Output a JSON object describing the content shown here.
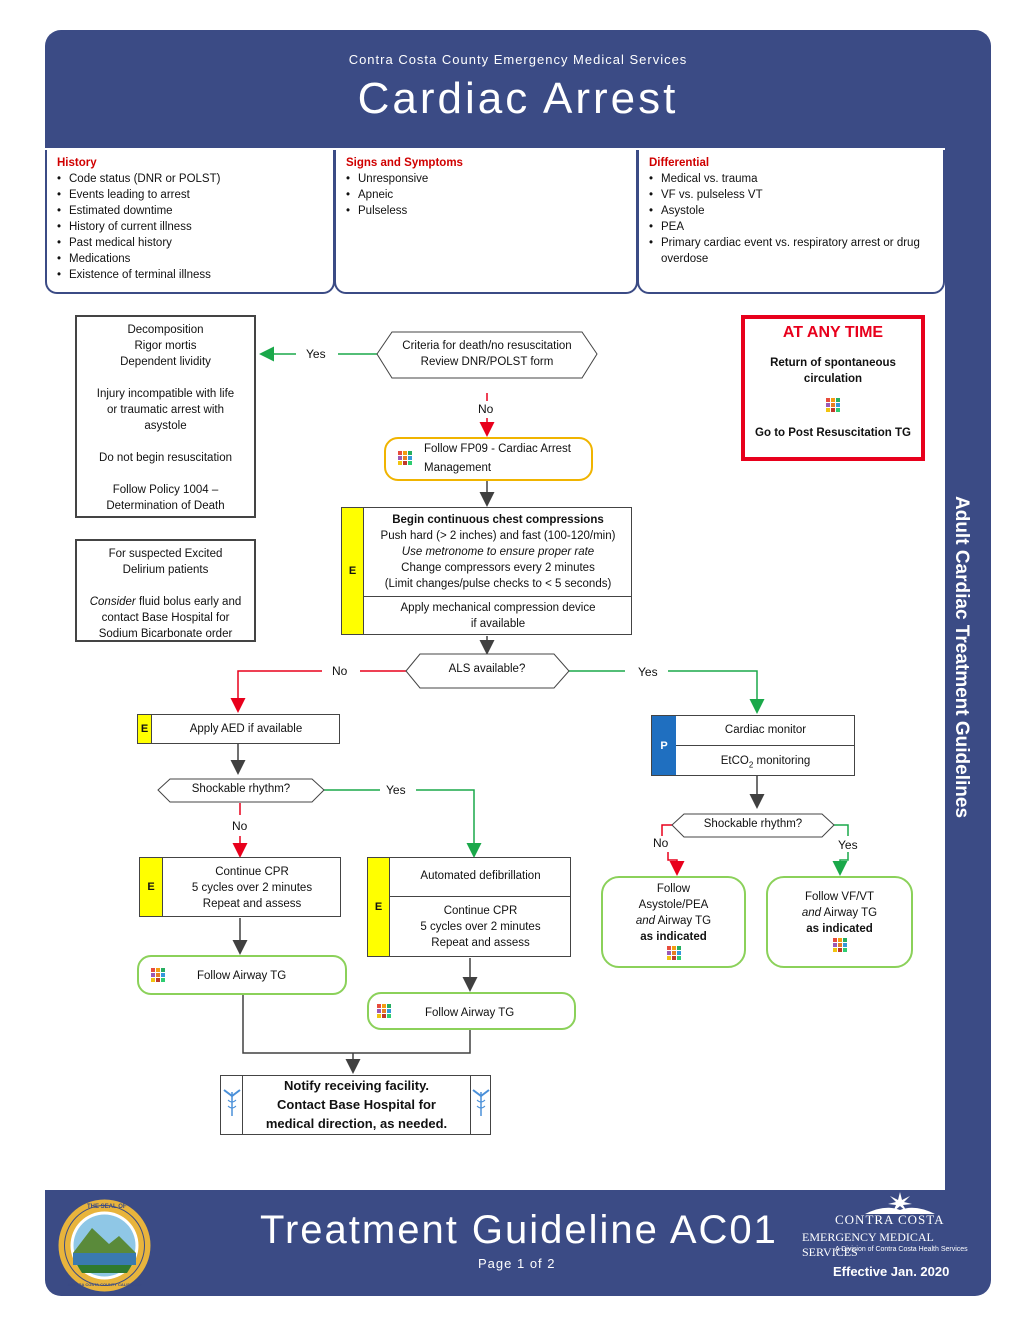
{
  "header": {
    "subtitle": "Contra Costa County Emergency Medical Services",
    "title": "Cardiac Arrest"
  },
  "sidebar": {
    "text": "Adult Cardiac Treatment Guidelines"
  },
  "history": {
    "title": "History",
    "items": [
      "Code status (DNR or POLST)",
      "Events leading to arrest",
      "Estimated downtime",
      "History of current illness",
      "Past medical history",
      "Medications",
      "Existence of terminal illness"
    ]
  },
  "signs": {
    "title": "Signs and Symptoms",
    "items": [
      "Unresponsive",
      "Apneic",
      "Pulseless"
    ]
  },
  "differential": {
    "title": "Differential",
    "items": [
      "Medical vs. trauma",
      "VF vs. pulseless VT",
      "Asystole",
      "PEA",
      "Primary cardiac event vs. respiratory arrest or drug overdose"
    ]
  },
  "death_box": {
    "l1": "Decomposition",
    "l2": "Rigor mortis",
    "l3": "Dependent lividity",
    "l4": "Injury incompatible with life",
    "l5": "or traumatic arrest with",
    "l6": "asystole",
    "l7": "Do not begin resuscitation",
    "l8": "Follow Policy 1004 –",
    "l9": "Determination of Death"
  },
  "criteria": {
    "l1": "Criteria for death/no resuscitation",
    "l2": "Review DNR/POLST form"
  },
  "labels": {
    "yes": "Yes",
    "no": "No"
  },
  "any_time": {
    "title": "AT ANY TIME",
    "l1": "Return of spontaneous",
    "l2": "circulation",
    "l3": "Go to Post Resuscitation TG"
  },
  "fp09": {
    "l1": "Follow FP09 - Cardiac Arrest",
    "l2": "Management"
  },
  "compressions": {
    "badge": "E",
    "l1": "Begin continuous chest compressions",
    "l2": "Push hard (> 2 inches) and fast (100-120/min)",
    "l3": "Use metronome to ensure proper rate",
    "l4": "Change compressors every 2 minutes",
    "l5": "(Limit changes/pulse checks to < 5 seconds)",
    "l6": "Apply mechanical compression device",
    "l7": "if available"
  },
  "delirium": {
    "l1": "For suspected Excited",
    "l2": "Delirium patients",
    "l3a": "Consider",
    "l3b": " fluid bolus early and",
    "l4": "contact Base Hospital for",
    "l5": "Sodium Bicarbonate order"
  },
  "als": "ALS available?",
  "aed": {
    "badge": "E",
    "text": "Apply AED if available"
  },
  "monitor": {
    "badge": "P",
    "l1": "Cardiac monitor",
    "l2a": "EtCO",
    "l2sub": "2",
    "l2b": " monitoring"
  },
  "shockable": "Shockable rhythm?",
  "cpr_left": {
    "badge": "E",
    "l1": "Continue CPR",
    "l2": "5 cycles over 2 minutes",
    "l3": "Repeat and assess"
  },
  "defib": {
    "badge": "E",
    "l1": "Automated defibrillation",
    "l2": "Continue CPR",
    "l3": "5 cycles over 2 minutes",
    "l4": "Repeat and assess"
  },
  "airway": "Follow Airway TG",
  "asystole": {
    "l1": "Follow",
    "l2": "Asystole/PEA",
    "l3a": "and",
    "l3b": " Airway TG",
    "l4": "as indicated"
  },
  "vfvt": {
    "l1": "Follow VF/VT",
    "l2a": "and",
    "l2b": " Airway TG",
    "l3": "as indicated"
  },
  "notify": {
    "l1": "Notify receiving facility.",
    "l2": "Contact Base Hospital for",
    "l3": "medical direction, as needed."
  },
  "footer": {
    "title": "Treatment Guideline AC01",
    "page": "Page 1 of 2",
    "org1": "CONTRA COSTA",
    "org2": "EMERGENCY MEDICAL SERVICES",
    "org3": "A Division of Contra Costa Health Services",
    "effective": "Effective Jan. 2020",
    "seal_top": "THE SEAL OF",
    "seal_bottom": "CONTRA COSTA COUNTY CALIFORNIA"
  },
  "colors": {
    "brand_blue": "#3b4b85",
    "red": "#e8001c",
    "green": "#8bd15a",
    "yellow": "#ffff00",
    "paramedic_blue": "#1f6fc0"
  }
}
